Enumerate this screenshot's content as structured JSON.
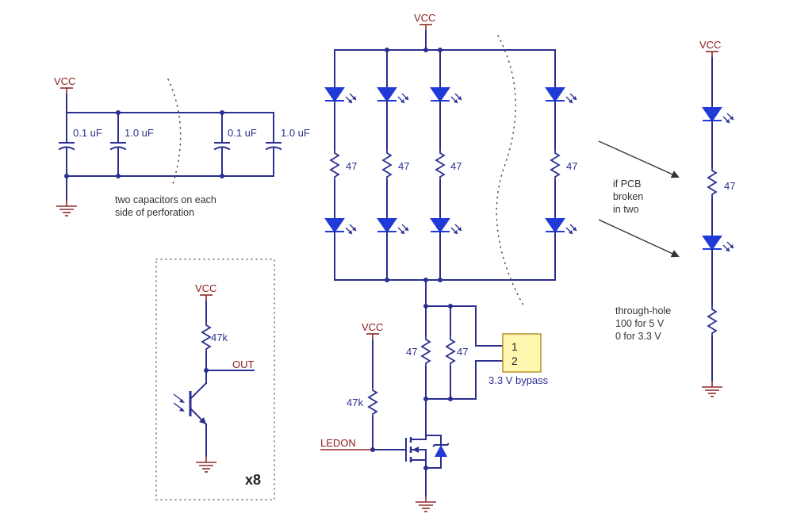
{
  "labels": {
    "vcc": "VCC",
    "cap_small": "0.1 uF",
    "cap_large": "1.0 uF",
    "cap_note_line1": "two capacitors on each",
    "cap_note_line2": "side of perforation",
    "r47": "47",
    "r47k": "47k",
    "out": "OUT",
    "x8": "x8",
    "ledon": "LEDON",
    "jumper_pin1": "1",
    "jumper_pin2": "2",
    "bypass": "3.3 V bypass",
    "pcb_note_line1": "if PCB",
    "pcb_note_line2": "broken",
    "pcb_note_line3": "in two",
    "th_note_line1": "through-hole",
    "th_note_line2": "100 for 5 V",
    "th_note_line3": "0 for 3.3 V"
  },
  "colors": {
    "wire": "#2b2f8f",
    "supply": "#8b2a2a",
    "led": "#1f3ad6",
    "jumper_fill": "#fff7b0",
    "jumper_stroke": "#b08a20"
  }
}
